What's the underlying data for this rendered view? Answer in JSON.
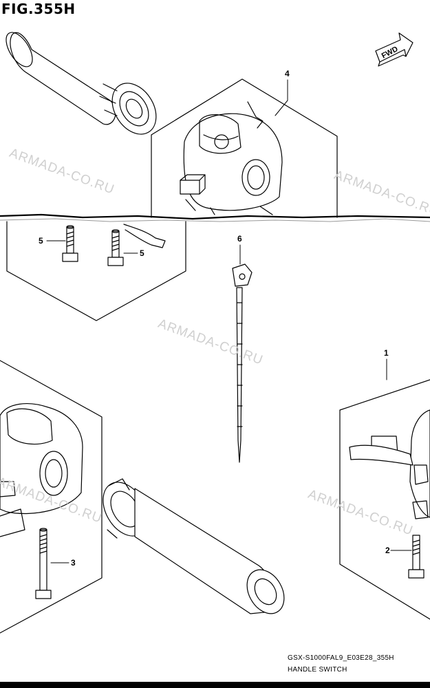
{
  "figure": {
    "title": "FIG.355H"
  },
  "fwd_label": "FWD",
  "watermarks": [
    "ARMADA-CO.RU",
    "ARMADA-CO.RU",
    "ARMADA-CO.RU",
    "ARMADA-CO.RU",
    "ARMADA-CO.RU"
  ],
  "callouts": {
    "c1": "1",
    "c2": "2",
    "c3": "3",
    "c4": "4",
    "c5a": "5",
    "c5b": "5",
    "c6": "6"
  },
  "footer": {
    "code": "GSX-S1000FAL9_E03E28_355H",
    "name": "HANDLE SWITCH"
  }
}
